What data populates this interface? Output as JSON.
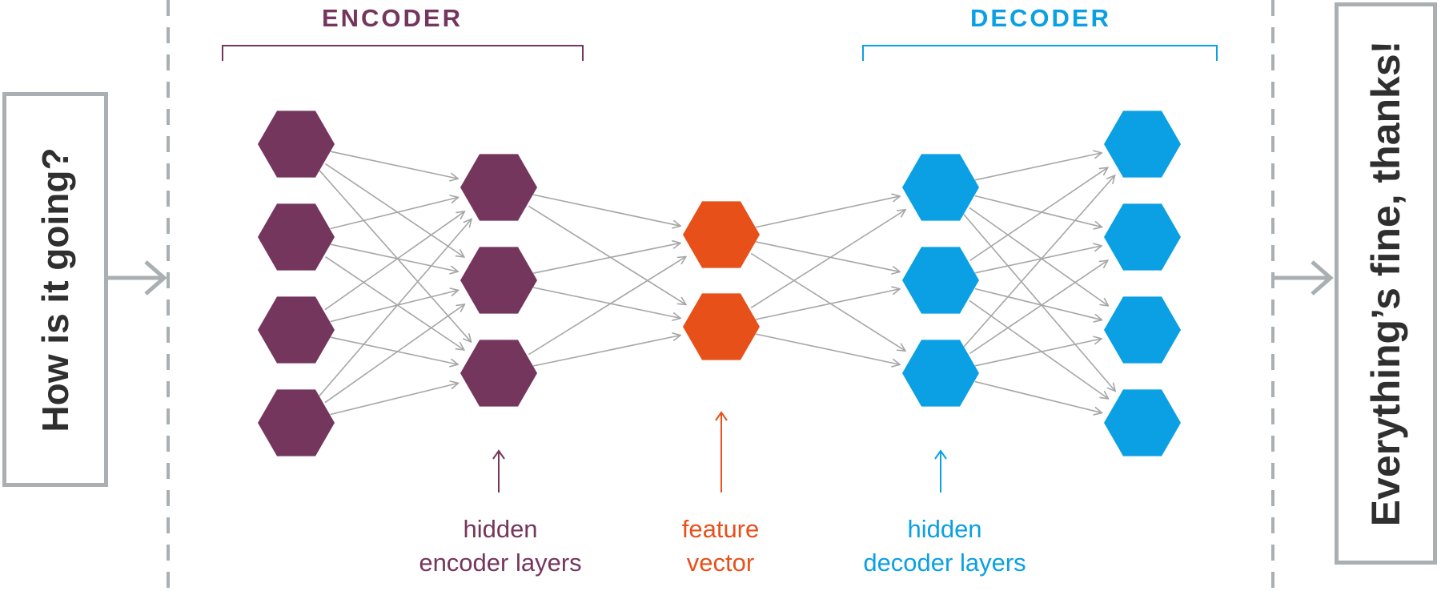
{
  "input": {
    "text": "How is it going?"
  },
  "output": {
    "text": "Everything’s fine, thanks!"
  },
  "encoder": {
    "title": "ENCODER",
    "caption_line1": "hidden",
    "caption_line2": "encoder layers"
  },
  "bottleneck": {
    "caption_line1": "feature",
    "caption_line2": "vector"
  },
  "decoder": {
    "title": "DECODER",
    "caption_line1": "hidden",
    "caption_line2": "decoder layers"
  },
  "layers": [
    {
      "name": "input-layer",
      "nodes": 4,
      "color": "#75365e"
    },
    {
      "name": "encoder-hidden-layer",
      "nodes": 3,
      "color": "#75365e"
    },
    {
      "name": "feature-vector-layer",
      "nodes": 2,
      "color": "#e8501a"
    },
    {
      "name": "decoder-hidden-layer",
      "nodes": 3,
      "color": "#0aa0e3"
    },
    {
      "name": "output-layer",
      "nodes": 4,
      "color": "#0aa0e3"
    }
  ],
  "colors": {
    "encoder": "#75365e",
    "feature": "#e8501a",
    "decoder": "#0aa0e3",
    "connection": "#a6a6a6",
    "frame": "#a9afb2"
  }
}
